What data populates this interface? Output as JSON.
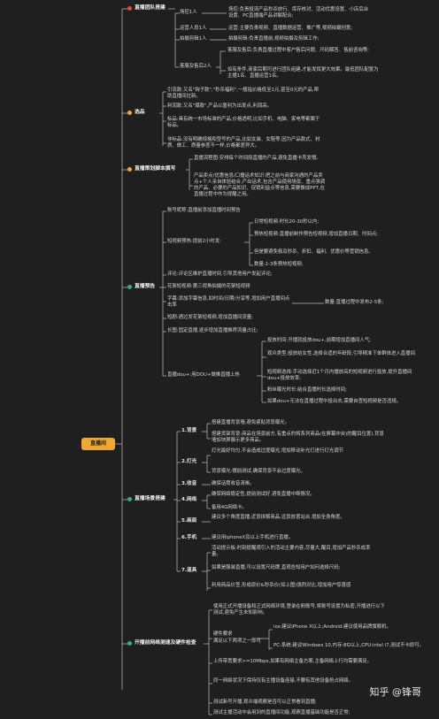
{
  "root": "直播间",
  "sections": [
    {
      "title": "直播团队搭建",
      "items": [
        {
          "label": "场控1人",
          "detail": "场控:负责投流产品秒杀放行、库存核对、活动优惠设置、小店后台设置、PC直播端产品讲解配合;"
        },
        {
          "label": "运营人员1人",
          "detail": "运营:主要负责视频、直播数据运营、推广等,视频拍摄创意;"
        },
        {
          "label": "拍摄剪辑1人",
          "detail": "拍摄剪辑:负责直播前,视频拍摄及剪辑工作;"
        },
        {
          "label": "客服及售后2人",
          "details": [
            "客服及售后:负责直播过程中客户售后问题、尺码解答、售前咨询等;",
            "如有条件,商家后期可进行团队组建,才能发挥更大效果。最低团队配置为主播1名、直播运营1名。"
          ]
        }
      ]
    },
    {
      "title": "选品",
      "items": [
        {
          "detail": "引流款:又名\"钩子款\",\"秒杀福利\",一般指价格低至1元,甚至0元的产品,帮助直播间拉新。"
        },
        {
          "detail": "利润款:又名\"爆款\",产品以盈利为出发点,利润高。"
        },
        {
          "detail": "标品:具有统一市场标准的产品,价格透明,比如手机、电脑、家电等都属于标品。"
        },
        {
          "detail": "非标品:没有明确规格和型号的产品,比如女装、女鞋等,因为产品款式、材质、做工、质量参差不一样,价格都差异大。"
        }
      ]
    },
    {
      "title": "直播策划脚本撰写",
      "items": [
        {
          "detail": "直播流程图:安排每个时间段直播的产品,避免直播卡壳发懵。"
        },
        {
          "detail": "产品卖点/优惠信息/口播话术知识:把之前与商家沟通的产品卖点+个人亲自体验结合,产出话术,包含产品使用场景、重点强调的产品、必要的产品知识、促销利益点等信息,需要做成PPT,在直播过程中作为提醒之用。"
        }
      ]
    },
    {
      "title": "直播预告",
      "items": [
        {
          "detail": "账号昵称:直播前添加直播时间预告"
        },
        {
          "label": "短视频预热:提前2小时发:",
          "details": [
            "日常短视频:时长20-30秒以内;",
            "预热短视频:直播前制作预告短视频,增加直播日期、时间点;",
            "但是要避免极及秒杀、折扣、福利、优惠价等营销信息。",
            "数量:2-3条预热短视频;"
          ]
        },
        {
          "detail": "评论:评论区维护直播时间,引导其他用户发起评论;"
        },
        {
          "detail": "花絮短视频:第三视角拍摄的花絮短视频"
        },
        {
          "detail": "字幕:添加字幕信息,如时间/日期/分享等,增加用户直播间点击率",
          "aside": "数量:直播过程中发布2-5条;"
        },
        {
          "detail": "短剧:通过发花絮短视频,增加直播间流量;"
        },
        {
          "detail": "长图:固定直播,逐步增加直播推荐流量占比;"
        },
        {
          "label": "直播dou+:用DOU+做推直播上热",
          "details": [
            "投放时间:开播就投放dou+,前期增加直播间人气;",
            "观众类型:投放给女性,选择合适的年龄段,引导精准下单群体进入直播间",
            "短视频选择:手动选择近1个月内播放高的短视频进行投放,提升直播间dou+投放效率;",
            "粉丝曝光时长:结合直播时长选择时间;",
            "如果dou+无法在直播过程中投出去,需要自查短视频是否违规。"
          ]
        }
      ]
    },
    {
      "title": "直播场景搭建",
      "items": [
        {
          "label": "1.背景",
          "details": [
            "搭建直播背景墙,避免紧贴背景曝光。",
            "搭建货架背景:商品在场景前方,有重点的将系列商品(在屏幕中央)的醒目位置),背景墙加块屏展示更多商品。"
          ]
        },
        {
          "label": "2.灯光",
          "details": [
            "灯光最好均匀,不会造成过度曝光,增加移动补光灯进行灯光调节",
            "背景曝光:摆前测试,确保背景不会过度曝光。"
          ]
        },
        {
          "label": "3.收音",
          "details": [
            "确保话筒收音清晰。"
          ]
        },
        {
          "label": "4.网络",
          "details": [
            "确保网络稳定性,提前测试好,避免直播中断情况。",
            "备用4G网络卡。"
          ]
        },
        {
          "label": "5.画面",
          "details": [
            "建议多个角度直播,近景拼解商品,远景放置站台,增加全身角度。"
          ]
        },
        {
          "label": "6.手机",
          "details": [
            "建议用iphoneX及以上手机进行直播。"
          ]
        },
        {
          "label": "7.道具",
          "details": [
            "活动提示板:时刻提醒观引入的活动主要内容,尽量大,醒目,增加产品秒杀成率量。",
            "如果是服装直播,可以设置尺码牌,直观告知用户如何选择尺码;",
            "利用商品价签,形成原价&秒杀价(如上图)强烈对比,增加用户惊喜感"
          ]
        }
      ]
    },
    {
      "title": "开播前网络测速及硬件检查",
      "items": [
        {
          "detail": "使用正式开播设备和正式网络环境,登录在粉账号,将账号设置为私密,开播进行以下测试,避免产生未知影响。"
        },
        {
          "label": "硬件要求",
          "sub": "满足以下两项之一即可",
          "details": [
            "ios:建议iPhone X以上;Android:建议使用品牌旗舰机。",
            "PC:系统:建议Windows 10,内存:8G以上,CPU:intel i7,测试不卡即可。"
          ]
        },
        {
          "detail": "上传带宽要求>=10Mbps,如果有网络主备方案,主备网络上行均需要满足。"
        },
        {
          "detail": "同一网络状况下保持仅有主播设备连接,不要有其他设备抢占网络。"
        },
        {
          "detail": "测试新号开播,观众端观察是否可以正常看到直播;"
        },
        {
          "detail": "测试主播活动中会用到的直播间功能,观察直播基础功能是否正常;"
        }
      ]
    }
  ],
  "watermark": "知乎 @锋哥",
  "colors": {
    "root": "#f0a830",
    "dot_red": "#e8453c",
    "dot_orange": "#f0a830",
    "dot_green": "#34b56a",
    "line": "#cfcfcf"
  }
}
